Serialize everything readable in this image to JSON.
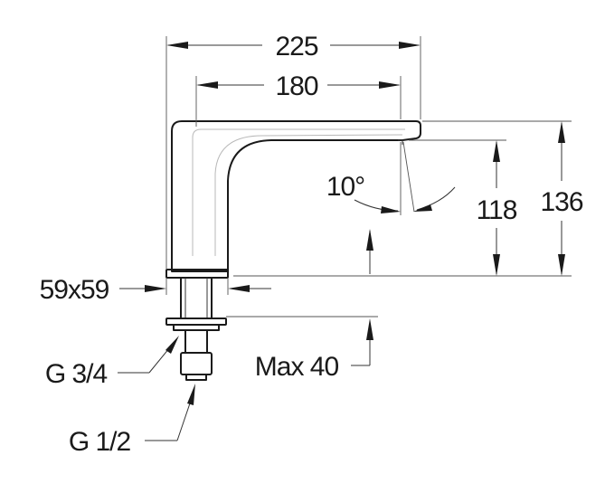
{
  "dimensions": {
    "overall_length": "225",
    "spout_length": "180",
    "spout_angle": "10°",
    "spout_height": "118",
    "overall_height": "136",
    "base_size": "59x59",
    "thread_large": "G 3/4",
    "thread_small": "G 1/2",
    "max_thickness": "Max 40"
  },
  "colors": {
    "line": "#1a1a1a",
    "background": "#ffffff"
  }
}
